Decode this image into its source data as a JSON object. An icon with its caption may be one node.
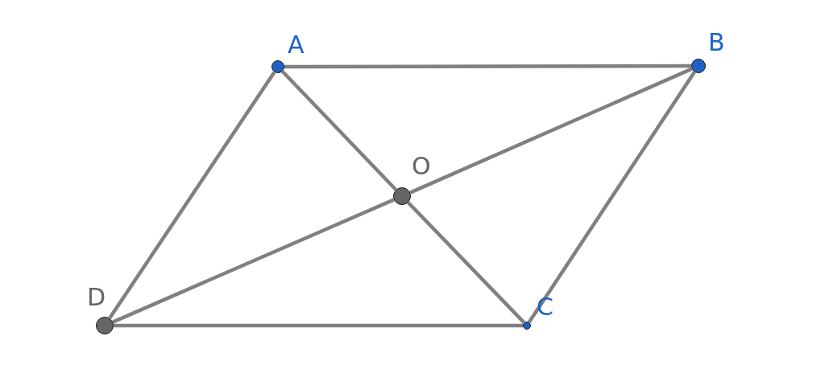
{
  "diagram": {
    "nodes": [
      {
        "text": [
          "A"
        ]
      },
      {
        "text": [
          "B"
        ]
      },
      {
        "text": [
          "C"
        ]
      },
      {
        "text": [
          "D"
        ]
      },
      {
        "text": [
          "O"
        ]
      }
    ],
    "edges": [
      {
        "from": 0,
        "to": 1,
        "arrow": "none"
      },
      {
        "from": 1,
        "to": 2,
        "arrow": "none"
      },
      {
        "from": 2,
        "to": 3,
        "arrow": "none"
      },
      {
        "from": 3,
        "to": 0,
        "arrow": "none"
      },
      {
        "from": 0,
        "to": 4,
        "arrow": "none"
      },
      {
        "from": 4,
        "to": 2,
        "arrow": "none"
      },
      {
        "from": 1,
        "to": 4,
        "arrow": "none"
      },
      {
        "from": 4,
        "to": 3,
        "arrow": "none"
      }
    ]
  }
}
